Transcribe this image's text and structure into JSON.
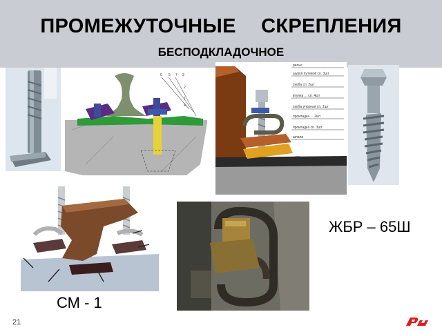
{
  "slide": {
    "title": "ПРОМЕЖУТОЧНЫЕ СКРЕПЛЕНИЯ",
    "subtitle": "БЕСПОДКЛАДОЧНОЕ",
    "label_jbr": "ЖБР – 65Ш",
    "label_sm": "СМ - 1",
    "page_number": "21"
  },
  "drawing_numbers": [
    "6",
    "5",
    "7",
    "3",
    "2",
    "1",
    "4"
  ],
  "callouts": [
    "рельс",
    "шуруп путевой сп. 3шт",
    "скоба сп. 2шт",
    "втулка ... сп. 4шт",
    "скоба упорная сп. 2шт",
    "прокладка ... 2шт",
    "прокладка сп. 3шт",
    "шпала"
  ],
  "colors": {
    "header_bg": "#c9ccd2",
    "rail": "#7e8f6e",
    "sleeper": "#9a9a9a",
    "clip_purple": "#5a2c86",
    "pad_green": "#2e9a3a",
    "bolt_yellow": "#e8d23a",
    "logo_red": "#e21a1a"
  },
  "icons": {
    "logo": "rzd-logo"
  }
}
